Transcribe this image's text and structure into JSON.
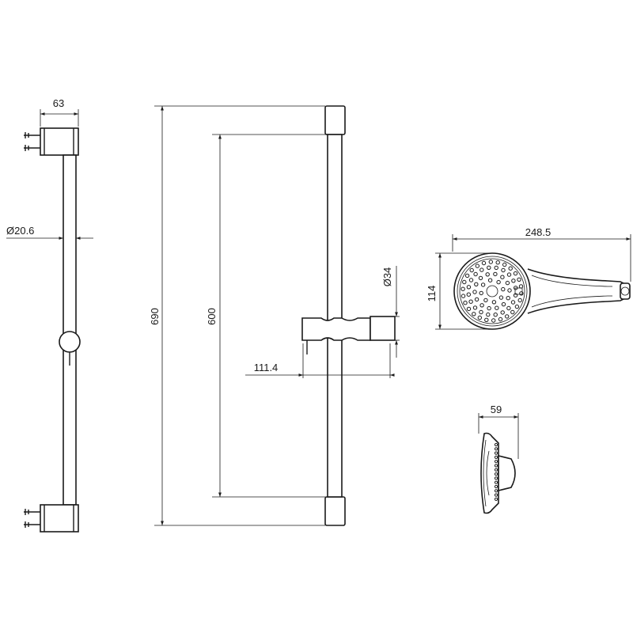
{
  "dimensions": {
    "bracket_width": "63",
    "rail_diameter": "Ø20.6",
    "total_height": "690",
    "hole_spacing": "600",
    "holder_diameter": "Ø34",
    "holder_projection": "111.4",
    "handset_length": "248.5",
    "head_diameter": "114",
    "head_depth": "59"
  },
  "colors": {
    "line": "#1a1a1a",
    "background": "#ffffff"
  }
}
